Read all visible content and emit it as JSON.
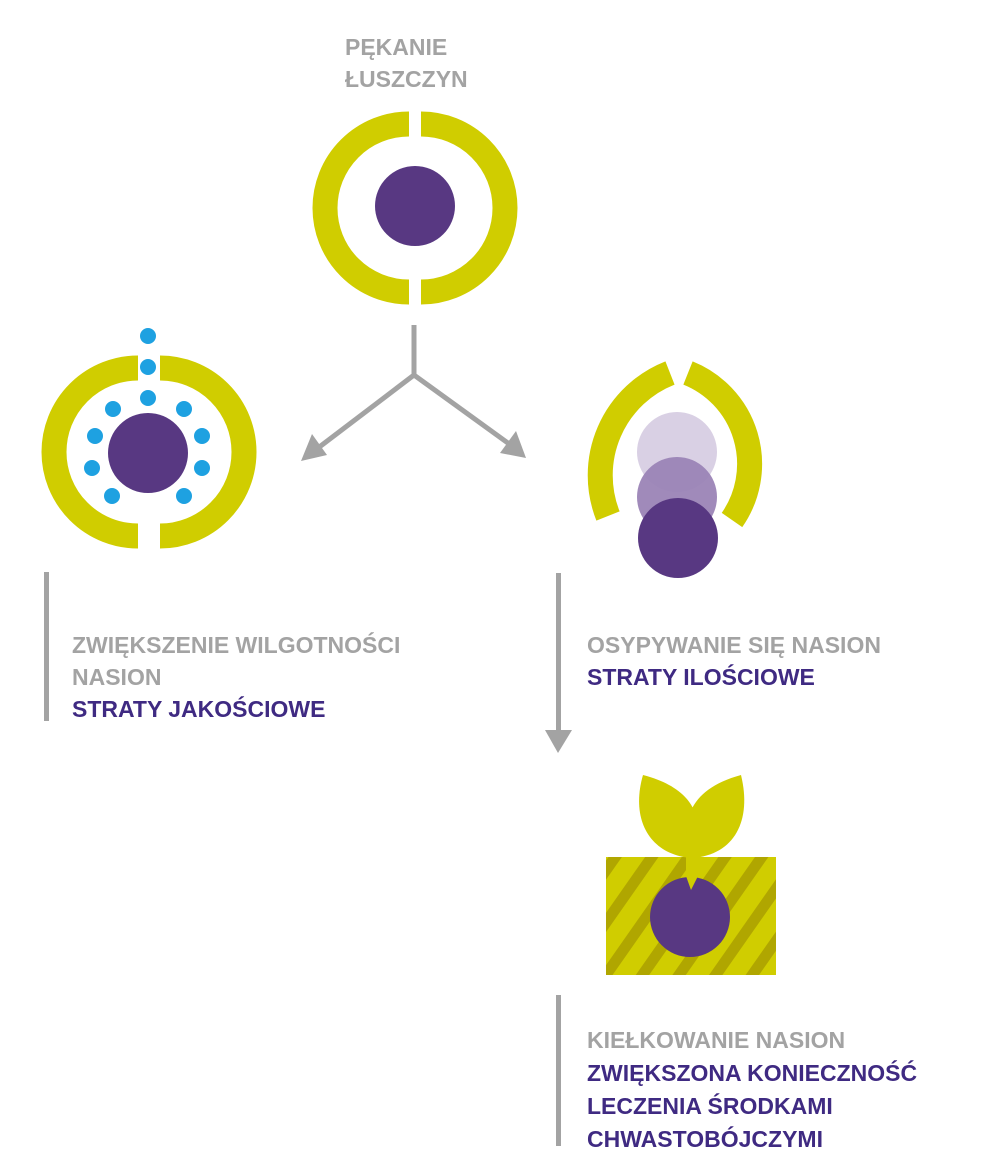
{
  "colors": {
    "lime": "#d0cd00",
    "lime_dark": "#b0a600",
    "purple": "#583882",
    "gray": "#a3a3a3",
    "blue": "#1ea1e1",
    "text_purple": "#3f2a82"
  },
  "top": {
    "line1": "PĘKANIE",
    "line2": "ŁUSZCZYN"
  },
  "left": {
    "line1": "ZWIĘKSZENIE WILGOTNOŚCI",
    "line2": "NASION",
    "line3": "STRATY JAKOŚCIOWE"
  },
  "right": {
    "line1": "OSYPYWANIE SIĘ NASION",
    "line2": "STRATY ILOŚCIOWE"
  },
  "bottom": {
    "line1": "KIEŁKOWANIE NASION",
    "line2": "ZWIĘKSZONA KONIECZNOŚĆ",
    "line3": "LECZENIA ŚRODKAMI",
    "line4": "CHWASTOBÓJCZYMI"
  }
}
